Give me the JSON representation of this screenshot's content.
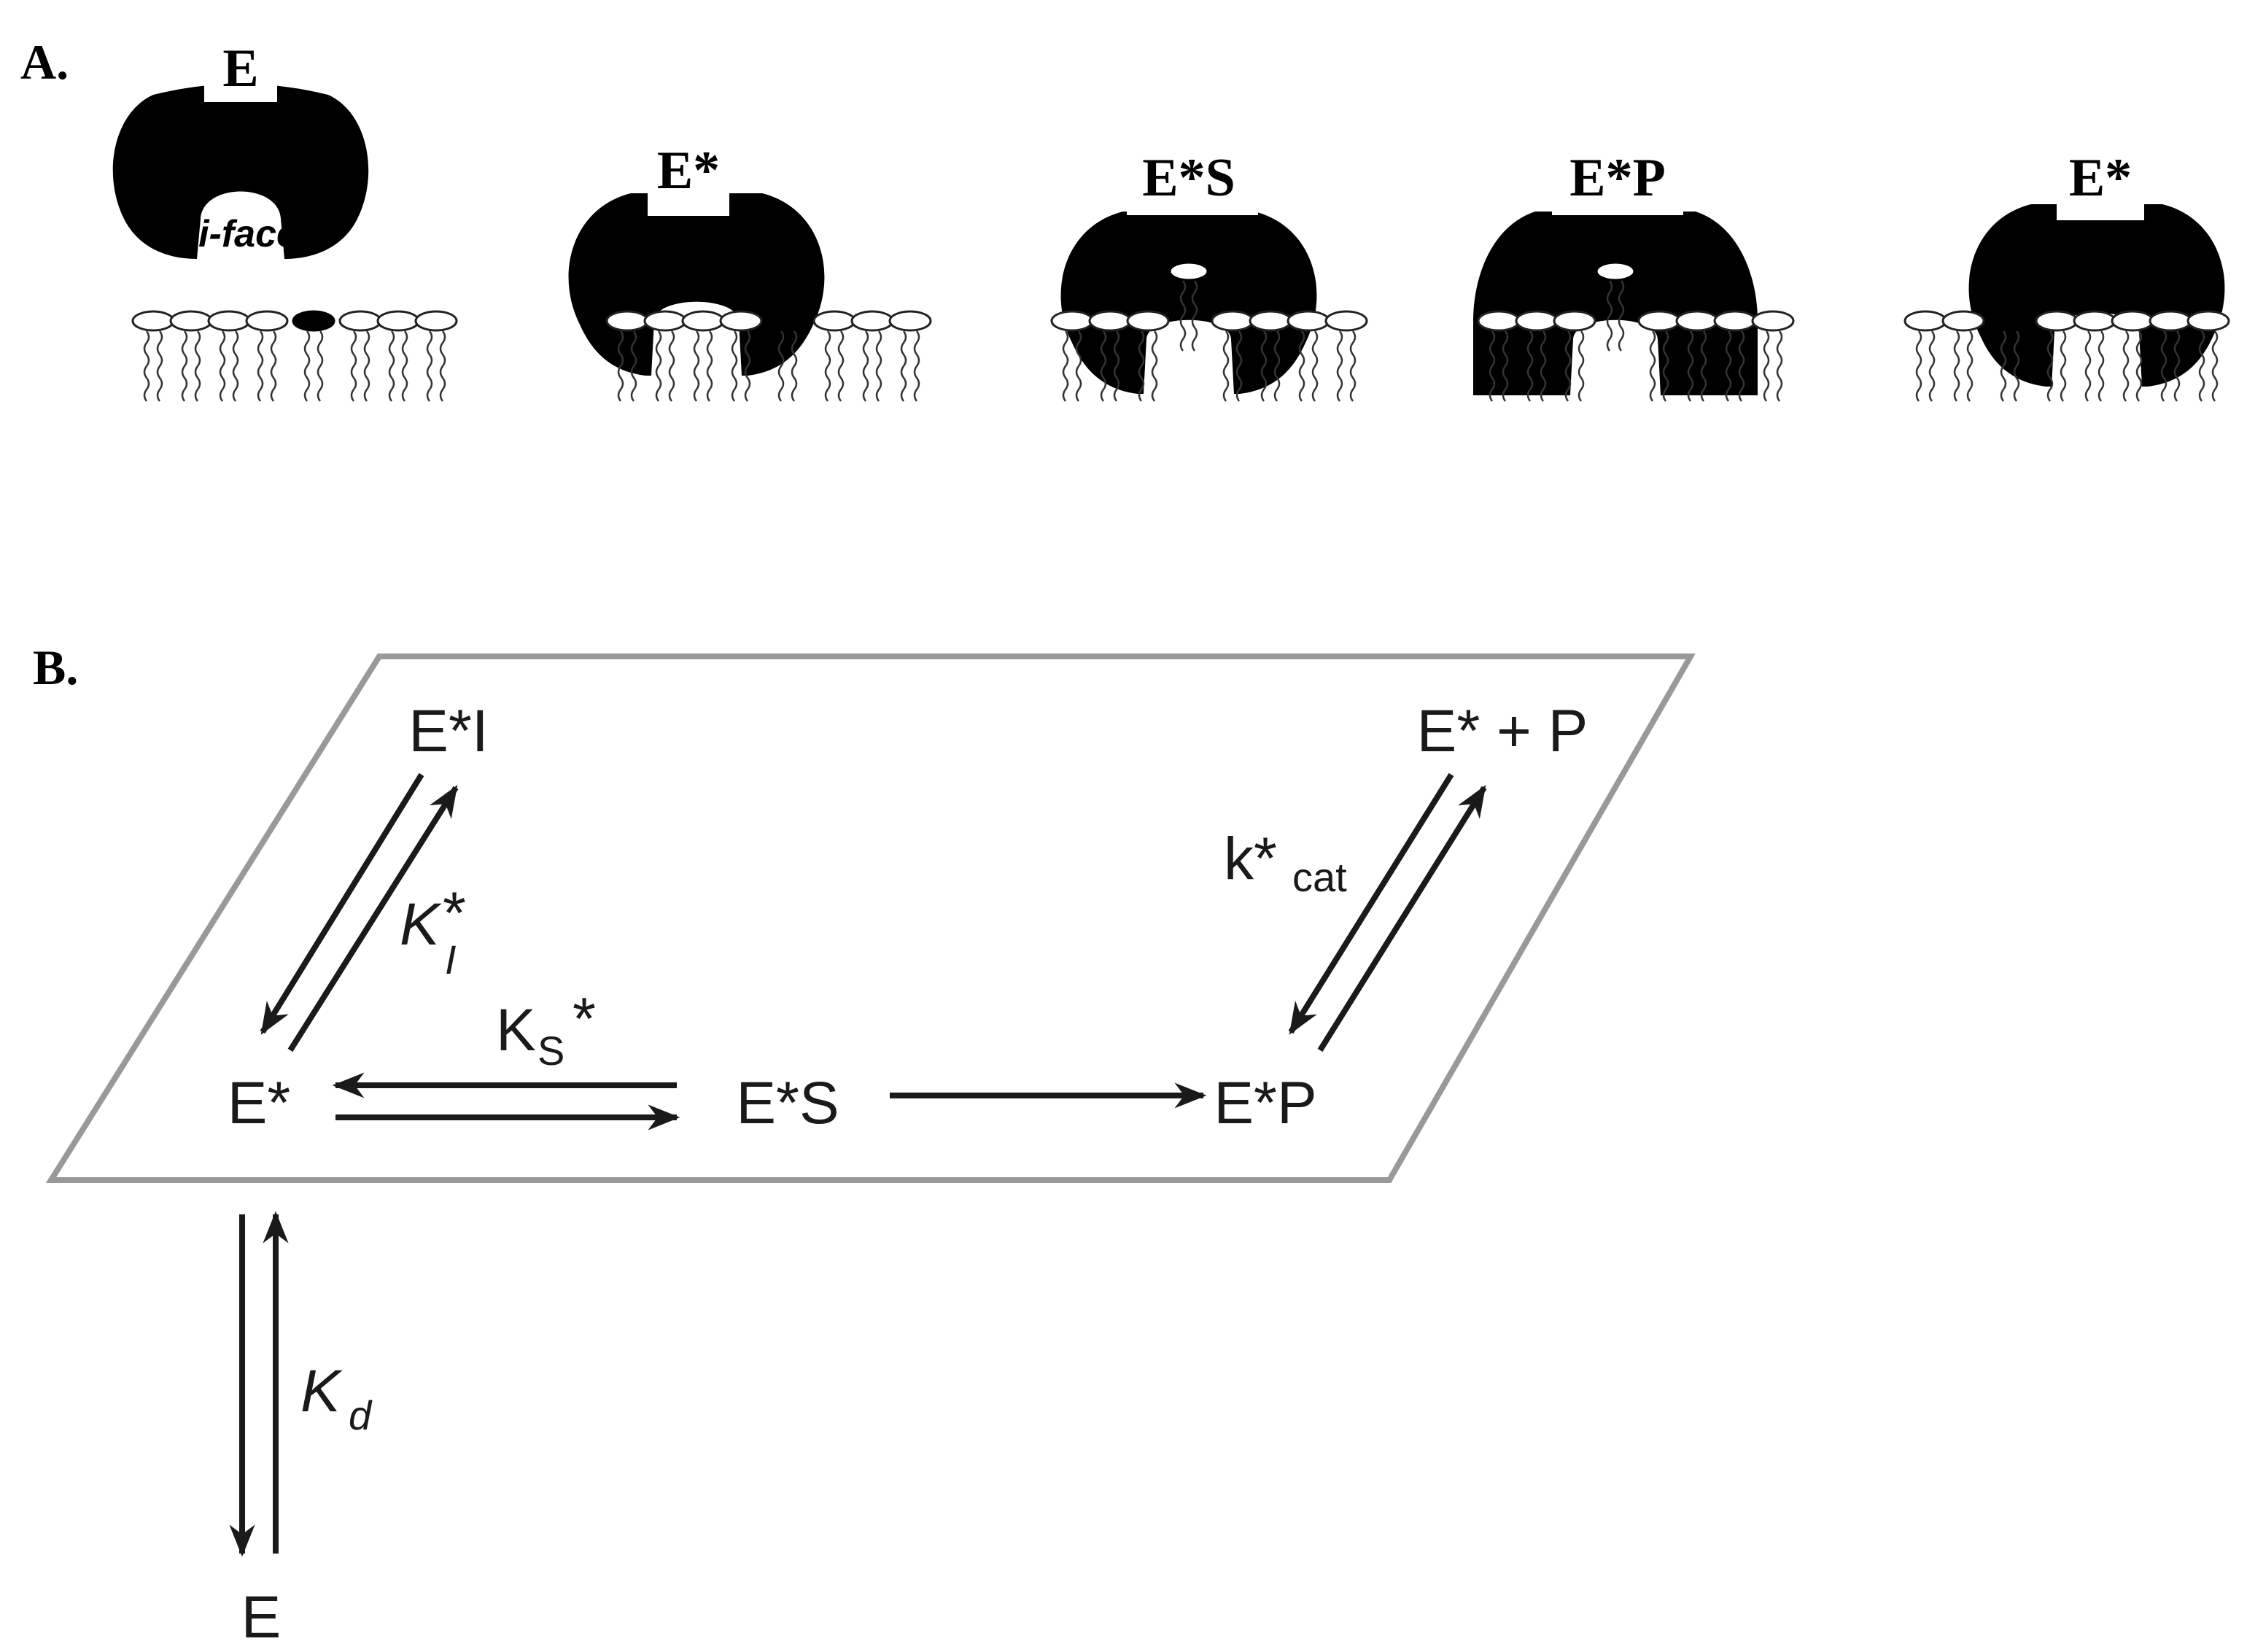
{
  "panel_a": {
    "label": "A.",
    "states": [
      "E",
      "E*",
      "E*S",
      "E*P",
      "E*"
    ],
    "iface_label": "i-face"
  },
  "panel_b": {
    "label": "B.",
    "nodes": {
      "e_star_i": "E*I",
      "e_star_plus_p": "E* + P",
      "e_star": "E*",
      "e_star_s": "E*S",
      "e_star_p": "E*P",
      "e": "E"
    },
    "rates": {
      "ki": {
        "main": "K",
        "sub": "I",
        "sup": "*"
      },
      "ks": {
        "main": "K",
        "sub": "S",
        "sup": "*"
      },
      "kcat": {
        "main": "k*",
        "sub": "cat"
      },
      "kd": {
        "main": "K",
        "sub": "d"
      }
    }
  },
  "colors": {
    "ink": "#1a1a1a",
    "plane_border": "#999999",
    "enzyme": "#000000"
  }
}
